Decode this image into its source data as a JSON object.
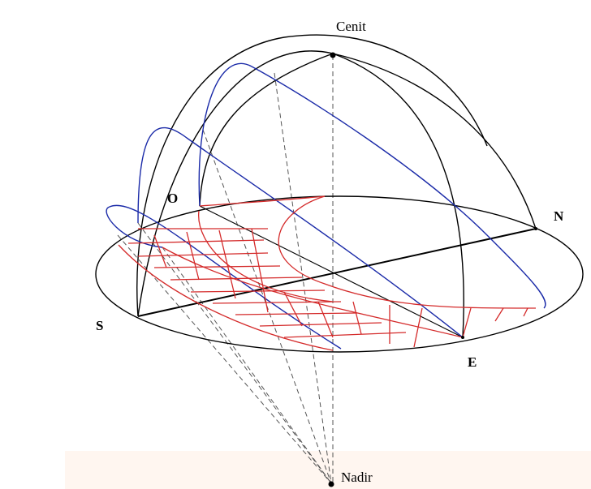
{
  "labels": {
    "zenith": "Cenit",
    "nadir": "Nadir",
    "north": "N",
    "south": "S",
    "east": "E",
    "west": "O"
  },
  "colors": {
    "ink": "#000000",
    "sun_path": "#1a2aa8",
    "projection": "#d42a2a",
    "construction": "#555555"
  }
}
